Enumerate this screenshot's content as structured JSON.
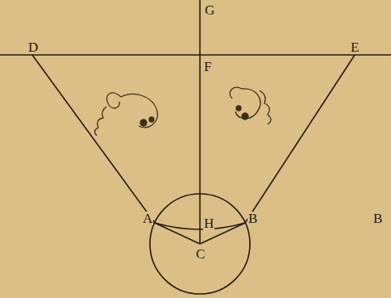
{
  "diagram": {
    "labels": [
      "G",
      "D",
      "F",
      "E",
      "A",
      "H",
      "B",
      "C",
      "B"
    ]
  }
}
